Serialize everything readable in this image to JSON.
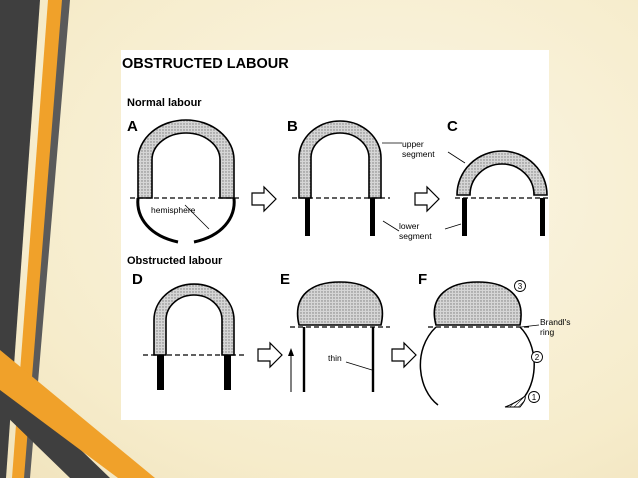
{
  "title": "OBSTRUCTED LABOUR",
  "sections": {
    "normal": "Normal labour",
    "obstructed": "Obstructed labour"
  },
  "panels": [
    "A",
    "B",
    "C",
    "D",
    "E",
    "F"
  ],
  "annotations": {
    "hemisphere": "hemisphere",
    "upper_segment_1": "upper",
    "upper_segment_2": "segment",
    "lower_segment_1": "lower",
    "lower_segment_2": "segment",
    "thin": "thin",
    "brandl_1": "Brandl's",
    "brandl_2": "ring"
  },
  "markers": [
    "1",
    "2",
    "3"
  ],
  "colors": {
    "accent_orange": "#f0a12a",
    "accent_dark": "#3a3a3a",
    "stipple": "#bdbdbd"
  }
}
